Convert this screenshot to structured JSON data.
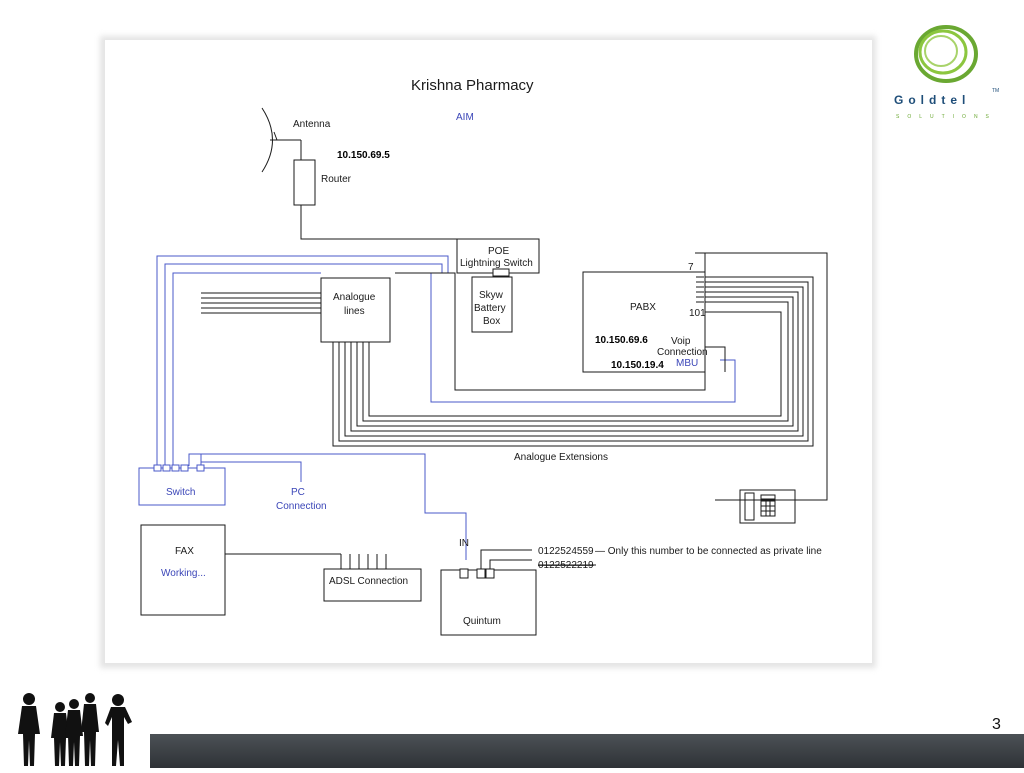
{
  "diagram": {
    "title": "Krishna Pharmacy",
    "aim_label": "AIM",
    "antenna_label": "Antenna",
    "router_ip": "10.150.69.5",
    "router_label": "Router",
    "poe_label_line1": "POE",
    "poe_label_line2": "Lightning Switch",
    "battery_line1": "Skyw",
    "battery_line2": "Battery",
    "battery_line3": "Box",
    "analogue_lines_line1": "Analogue",
    "analogue_lines_line2": "lines",
    "pabx_label": "PABX",
    "pabx_port_7": "7",
    "pabx_port_101": "101",
    "pabx_ip": "10.150.69.6",
    "voip_line1": "Voip",
    "voip_line2": "Connection",
    "mbu_ip": "10.150.19.4",
    "mbu_label": "MBU",
    "analogue_extensions_label": "Analogue Extensions",
    "switch_label": "Switch",
    "pc_connection_line1": "PC",
    "pc_connection_line2": "Connection",
    "fax_label": "FAX",
    "fax_status": "Working...",
    "adsl_label": "ADSL Connection",
    "in_label": "IN",
    "quintum_label": "Quintum",
    "private_number": "0122524559",
    "private_note": "—  Only this number to be connected as private line",
    "struck_number": "0122522219"
  },
  "logo": {
    "brand": "Goldtel",
    "trademark": "TM",
    "tagline": "SOLUTIONS",
    "ring_color": "#6aa832",
    "text_color": "#1f4e79"
  },
  "footer": {
    "slide_number": "3"
  },
  "colors": {
    "line_black": "#1a1a1a",
    "line_blue": "#4a58c8"
  }
}
